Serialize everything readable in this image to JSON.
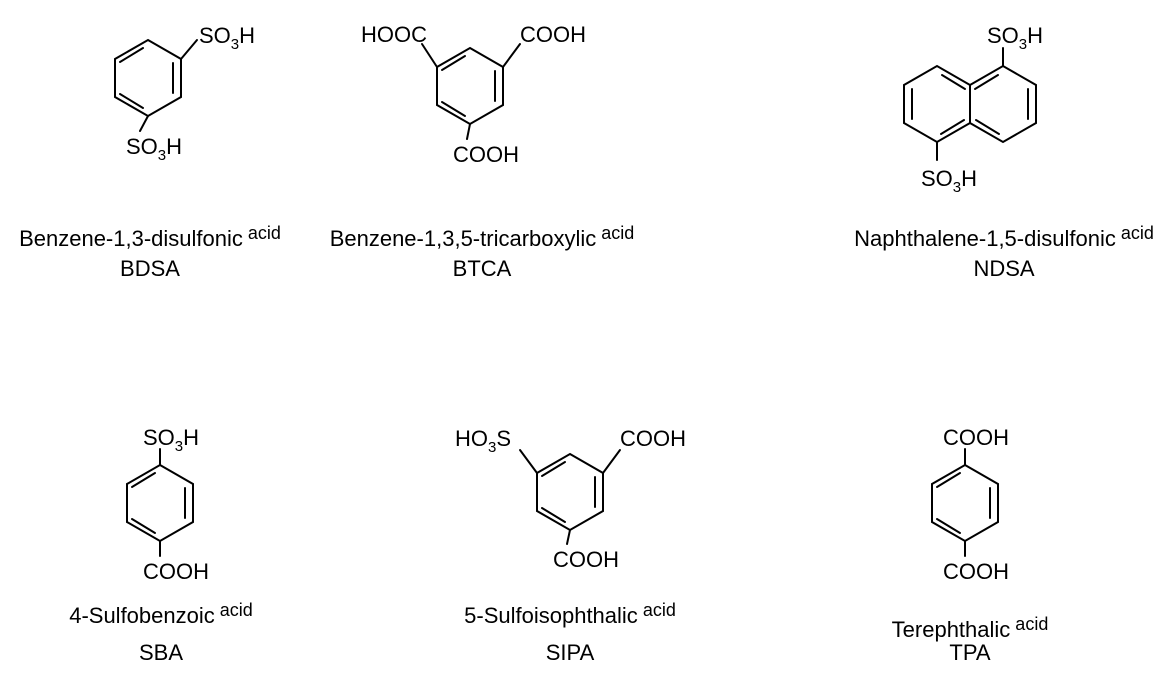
{
  "figure": {
    "compounds": [
      {
        "id": "bdsa",
        "name_main": "Benzene-1,3-disulfonic",
        "name_suffix": "acid",
        "abbr": "BDSA",
        "groups": {
          "g1": "SO3H",
          "g2": "SO3H"
        }
      },
      {
        "id": "btca",
        "name_main": "Benzene-1,3,5-tricarboxylic",
        "name_suffix": "acid",
        "abbr": "BTCA",
        "groups": {
          "g1": "HOOC",
          "g2": "COOH",
          "g3": "COOH"
        }
      },
      {
        "id": "ndsa",
        "name_main": "Naphthalene-1,5-disulfonic",
        "name_suffix": "acid",
        "abbr": "NDSA",
        "groups": {
          "g1": "SO3H",
          "g2": "SO3H"
        }
      },
      {
        "id": "sba",
        "name_main": "4-Sulfobenzoic",
        "name_suffix": "acid",
        "abbr": "SBA",
        "groups": {
          "g1": "SO3H",
          "g2": "COOH"
        }
      },
      {
        "id": "sipa",
        "name_main": "5-Sulfoisophthalic",
        "name_suffix": "acid",
        "abbr": "SIPA",
        "groups": {
          "g1": "HO3S",
          "g2": "COOH",
          "g3": "COOH"
        }
      },
      {
        "id": "tpa",
        "name_main": "Terephthalic",
        "name_suffix": "acid",
        "abbr": "TPA",
        "groups": {
          "g1": "COOH",
          "g2": "COOH"
        }
      }
    ]
  }
}
